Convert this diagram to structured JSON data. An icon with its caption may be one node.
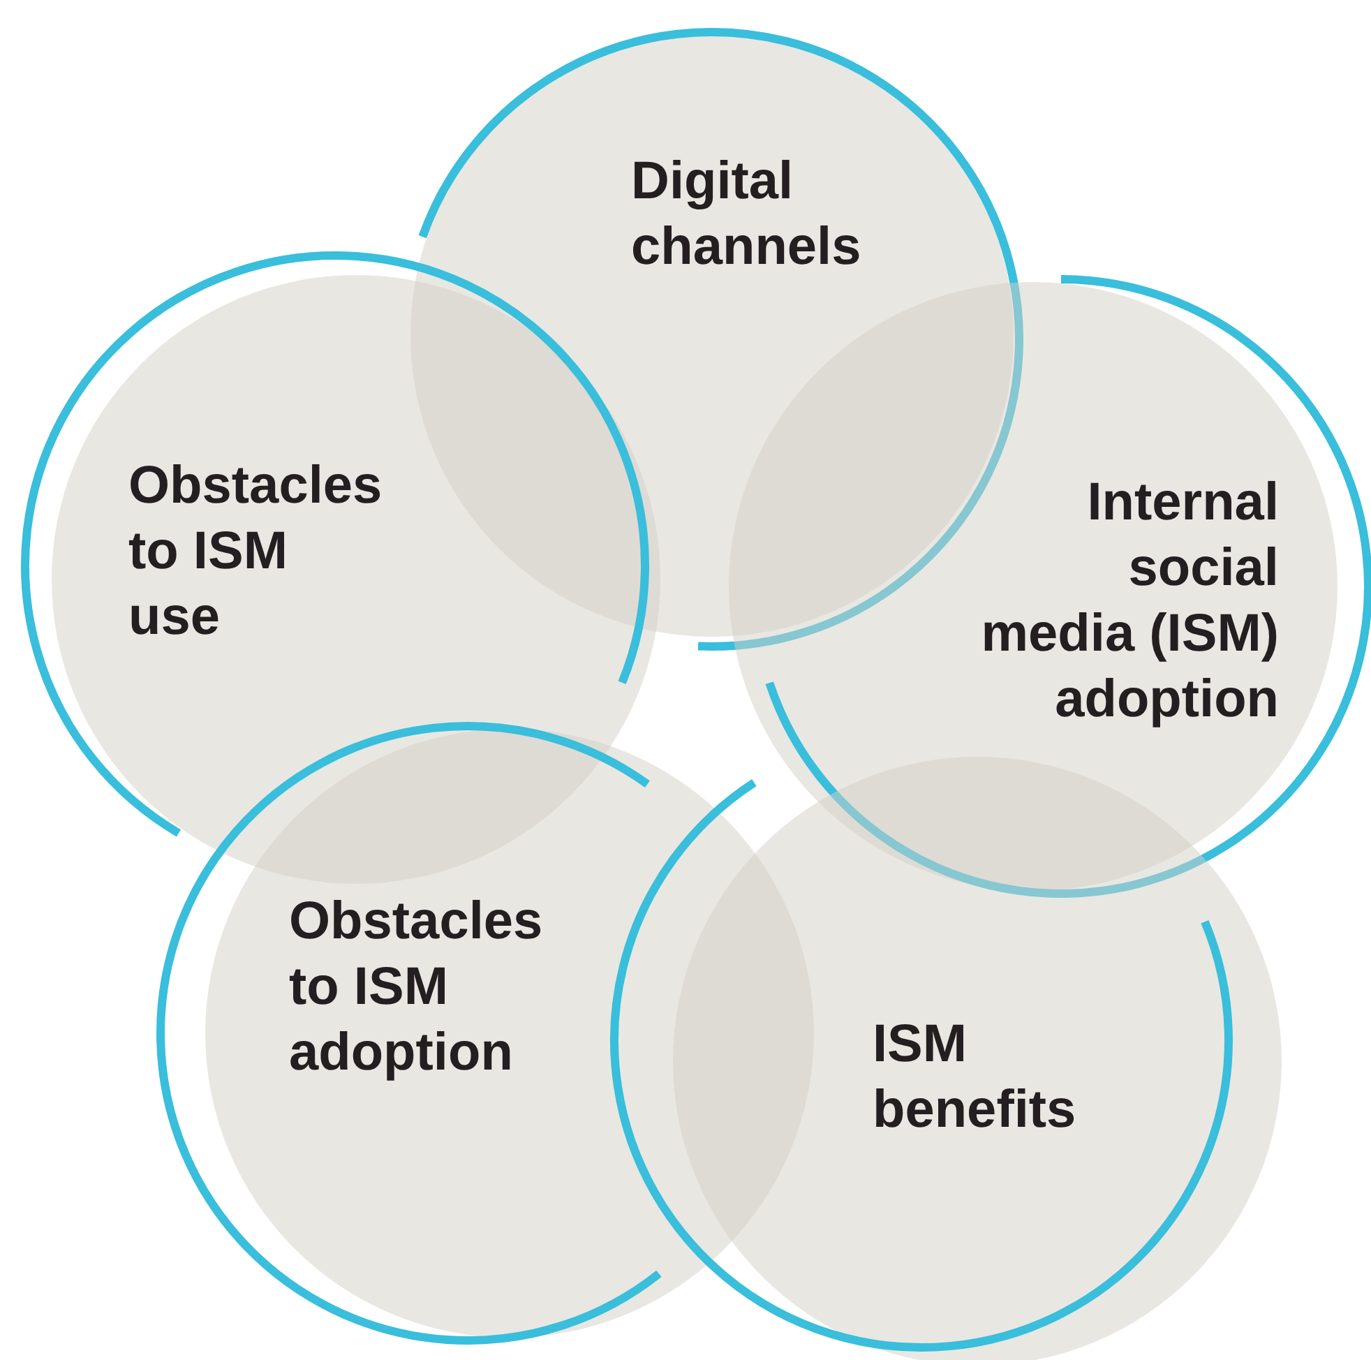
{
  "diagram": {
    "nodes": [
      {
        "text": [
          "Digital channels"
        ]
      },
      {
        "text": [
          "Obstacles to ISM use"
        ]
      },
      {
        "text": [
          "Internal social media (ISM) adoption"
        ]
      },
      {
        "text": [
          "Obstacles to ISM adoption"
        ]
      },
      {
        "text": [
          "ISM benefits"
        ]
      }
    ]
  }
}
